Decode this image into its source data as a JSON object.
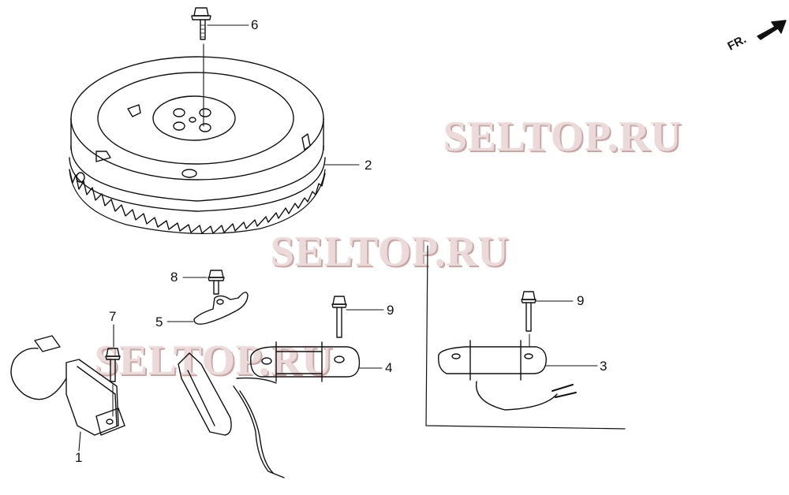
{
  "diagram": {
    "type": "exploded parts diagram",
    "subject": "Flywheel and charge/ignition coil assembly",
    "orientation_marker": "FR.",
    "watermark": "SELTOP.RU",
    "callouts": [
      {
        "id": "1",
        "part": "ignition coil / module"
      },
      {
        "id": "2",
        "part": "flywheel with ring gear"
      },
      {
        "id": "3",
        "part": "charge coil (alternate)"
      },
      {
        "id": "4",
        "part": "charge coil with exciter coil"
      },
      {
        "id": "5",
        "part": "wire clamp"
      },
      {
        "id": "6",
        "part": "flange bolt (flywheel)"
      },
      {
        "id": "7",
        "part": "flange bolt (ignition coil)"
      },
      {
        "id": "8",
        "part": "flange bolt (clamp)"
      },
      {
        "id": "9",
        "part": "flange bolt (charge coil)"
      }
    ],
    "labels": {
      "c1": "1",
      "c2": "2",
      "c3": "3",
      "c4": "4",
      "c5": "5",
      "c6": "6",
      "c7": "7",
      "c8": "8",
      "c9a": "9",
      "c9b": "9"
    }
  }
}
